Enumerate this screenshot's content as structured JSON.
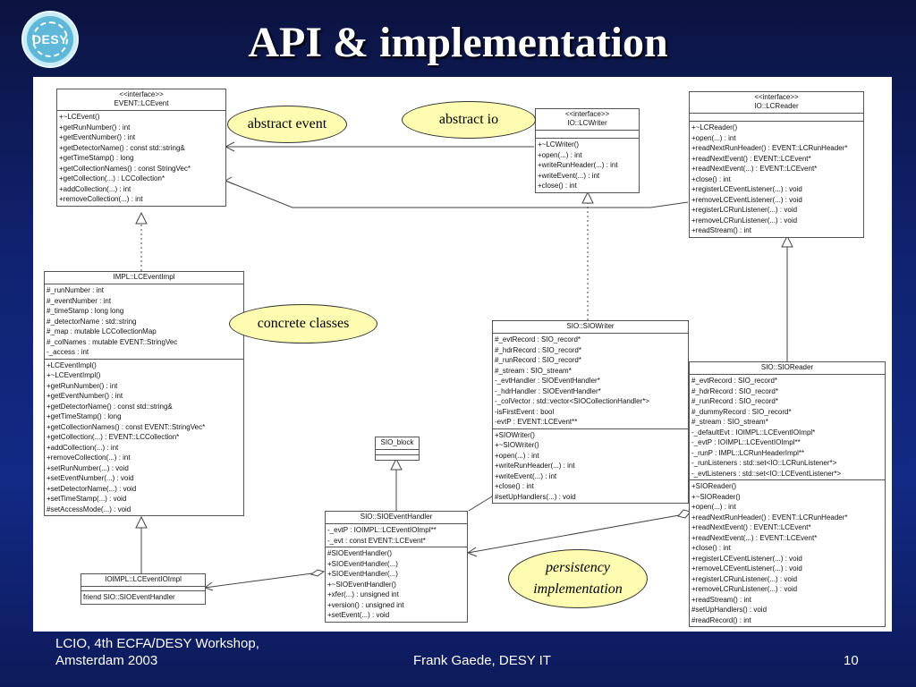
{
  "slide": {
    "title": "API & implementation",
    "logo_text": "DESY",
    "footer": {
      "left_line1": "LCIO, 4th ECFA/DESY Workshop,",
      "left_line2": "Amsterdam 2003",
      "center": "Frank Gaede, DESY IT",
      "page": "10"
    }
  },
  "bubbles": {
    "abstract_event": "abstract event",
    "abstract_io": "abstract io",
    "concrete_classes": "concrete classes",
    "persistency_line1": "persistency",
    "persistency_line2": "implementation"
  },
  "classes": {
    "lcevent": {
      "stereotype": "<<interface>>",
      "name": "EVENT::LCEvent",
      "methods": [
        "+~LCEvent()",
        "+getRunNumber() : int",
        "+getEventNumber() : int",
        "+getDetectorName() : const std::string&",
        "+getTimeStamp() : long",
        "+getCollectionNames() : const StringVec*",
        "+getCollection(...) : LCCollection*",
        "+addCollection(...) : int",
        "+removeCollection(...) : int"
      ]
    },
    "lcwriter": {
      "stereotype": "<<interface>>",
      "name": "IO::LCWriter",
      "methods": [
        "+~LCWriter()",
        "+open(...) : int",
        "+writeRunHeader(...) : int",
        "+writeEvent(...) : int",
        "+close() : int"
      ]
    },
    "lcreader": {
      "stereotype": "<<interface>>",
      "name": "IO::LCReader",
      "methods": [
        "+~LCReader()",
        "+open(...) : int",
        "+readNextRunHeader() : EVENT::LCRunHeader*",
        "+readNextEvent() : EVENT::LCEvent*",
        "+readNextEvent(...) : EVENT::LCEvent*",
        "+close() : int",
        "+registerLCEventListener(...) : void",
        "+removeLCEventListener(...) : void",
        "+registerLCRunListener(...) : void",
        "+removeLCRunListener(...) : void",
        "+readStream() : int"
      ]
    },
    "lceventimpl": {
      "name": "IMPL::LCEventImpl",
      "attributes": [
        "#_runNumber : int",
        "#_eventNumber : int",
        "#_timeStamp : long long",
        "#_detectorName : std::string",
        "#_map : mutable LCCollectionMap",
        "#_colNames : mutable EVENT::StringVec",
        "-_access : int"
      ],
      "methods": [
        "+LCEventImpl()",
        "+~LCEventImpl()",
        "+getRunNumber() : int",
        "+getEventNumber() : int",
        "+getDetectorName() : const std::string&",
        "+getTimeStamp() : long",
        "+getCollectionNames() : const EVENT::StringVec*",
        "+getCollection(...) : EVENT::LCCollection*",
        "+addCollection(...) : int",
        "+removeCollection(...) : int",
        "+setRunNumber(...) : void",
        "+setEventNumber(...) : void",
        "+setDetectorName(...) : void",
        "+setTimeStamp(...) : void",
        "#setAccessMode(...) : void"
      ]
    },
    "sioblock": {
      "name": "SIO_block"
    },
    "siowriter": {
      "name": "SIO::SIOWriter",
      "attributes": [
        "#_evtRecord : SIO_record*",
        "#_hdrRecord : SIO_record*",
        "#_runRecord : SIO_record*",
        "#_stream : SIO_stream*",
        "-_evtHandler : SIOEventHandler*",
        "-_hdrHandler : SIOEventHandler*",
        "-_colVector : std::vector<SIOCollectionHandler*>",
        "-isFirstEvent : bool",
        "-evtP : EVENT::LCEvent**"
      ],
      "methods": [
        "+SIOWriter()",
        "+~SIOWriter()",
        "+open(...) : int",
        "+writeRunHeader(...) : int",
        "+writeEvent(...) : int",
        "+close() : int",
        "#setUpHandlers(...) : void"
      ]
    },
    "sioreader": {
      "name": "SIO::SIOReader",
      "attributes": [
        "#_evtRecord : SIO_record*",
        "#_hdrRecord : SIO_record*",
        "#_runRecord : SIO_record*",
        "#_dummyRecord : SIO_record*",
        "#_stream : SIO_stream*",
        "-_defaultEvt : IOIMPL::LCEventIOImpl*",
        "-_evtP : IOIMPL::LCEventIOImpl**",
        "-_runP : IMPL::LCRunHeaderImpl**",
        "-_runListeners : std::set<IO::LCRunListener*>",
        "-_evtListeners : std::set<IO::LCEventListener*>"
      ],
      "methods": [
        "+SIOReader()",
        "+~SIOReader()",
        "+open(...) : int",
        "+readNextRunHeader() : EVENT::LCRunHeader*",
        "+readNextEvent() : EVENT::LCEvent*",
        "+readNextEvent(...) : EVENT::LCEvent*",
        "+close() : int",
        "+registerLCEventListener(...) : void",
        "+removeLCEventListener(...) : void",
        "+registerLCRunListener(...) : void",
        "+removeLCRunListener(...) : void",
        "+readStream() : int",
        "#setUpHandlers() : void",
        "#readRecord() : int"
      ]
    },
    "sioeventhandler": {
      "name": "SIO::SIOEventHandler",
      "attributes": [
        "-_evtP : IOIMPL::LCEventIOImpl**",
        "-_evt : const EVENT::LCEvent*"
      ],
      "methods": [
        "#SIOEventHandler()",
        "+SIOEventHandler(...)",
        "+SIOEventHandler(...)",
        "+~SIOEventHandler()",
        "+xfer(...) : unsigned int",
        "+version() : unsigned int",
        "+setEvent(...) : void"
      ]
    },
    "lceventioimpl": {
      "name": "IOIMPL::LCEventIOImpl",
      "attributes": [
        "friend  SIO::SIOEventHandler"
      ]
    }
  }
}
